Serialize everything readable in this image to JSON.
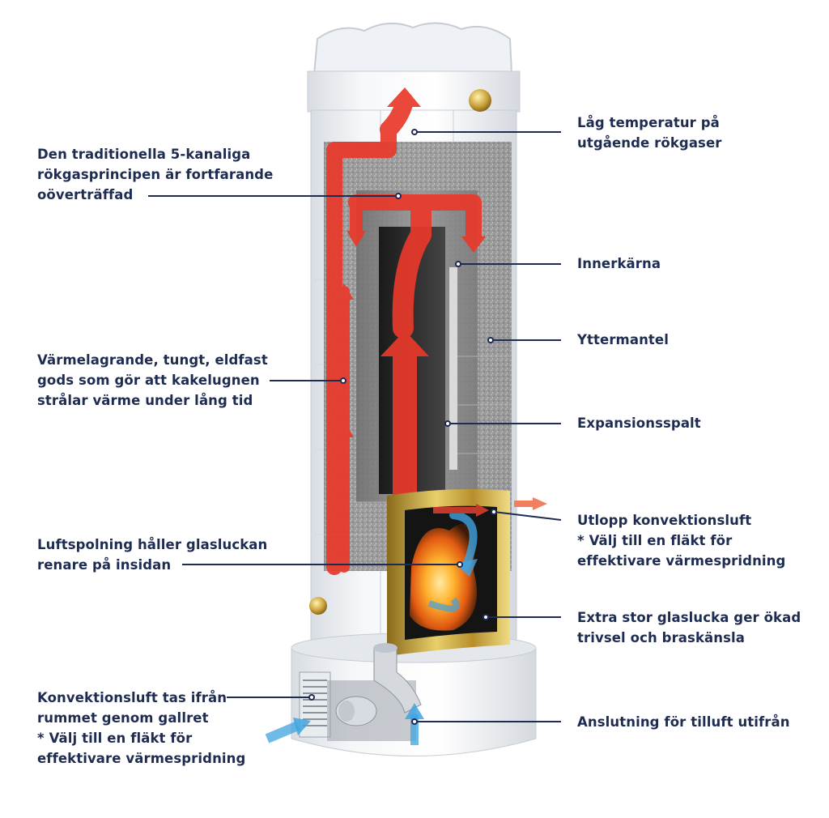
{
  "diagram": {
    "left_labels": {
      "rokgas_princip": [
        "Den traditionella 5-kanaliga",
        "rökgasprincipen är fortfarande",
        "oöverträffad"
      ],
      "varmelagrande": [
        "Värmelagrande, tungt, eldfast",
        "gods som gör att kakelugnen",
        "strålar värme under lång tid"
      ],
      "luftspolning": [
        "Luftspolning håller glasluckan",
        "renare på insidan"
      ],
      "konvektionsluft": [
        "Konvektionsluft tas ifrån",
        "rummet genom gallret",
        "* Välj till en fläkt för",
        "effektivare värmespridning"
      ]
    },
    "right_labels": {
      "lag_temperatur": [
        "Låg temperatur på",
        "utgående rökgaser"
      ],
      "innerkarna": [
        "Innerkärna"
      ],
      "yttermantel": [
        "Yttermantel"
      ],
      "expansionsspalt": [
        "Expansionsspalt"
      ],
      "utlopp": [
        "Utlopp konvektionsluft",
        "* Välj till en fläkt för",
        "effektivare värmespridning"
      ],
      "glaslucka": [
        "Extra stor glaslucka ger ökad",
        "trivsel och braskänsla"
      ],
      "anslutning": [
        "Anslutning för tilluft utifrån"
      ]
    },
    "colors": {
      "text": "#1f2c52",
      "leader": "#1f2c52",
      "flue_arrow": "#e8392a",
      "cold_air": "#3fa4e0",
      "brass": "#c9a43a",
      "stove_white": "#f1f3f6"
    }
  }
}
